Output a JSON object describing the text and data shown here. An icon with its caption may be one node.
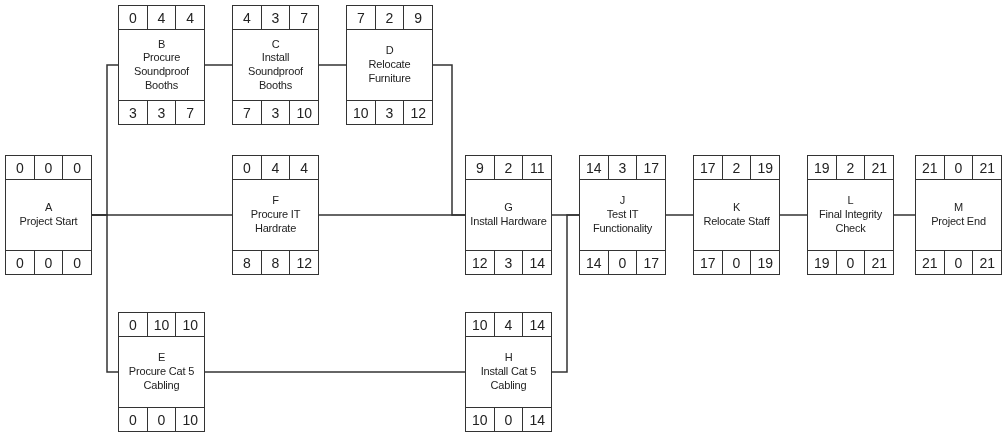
{
  "diagram": {
    "nodes": [
      {
        "text": [
          "0",
          "0",
          "0",
          "A",
          "Project Start",
          "0",
          "0",
          "0"
        ]
      },
      {
        "text": [
          "0",
          "4",
          "4",
          "B",
          "Procure Soundproof Booths",
          "3",
          "3",
          "7"
        ]
      },
      {
        "text": [
          "4",
          "3",
          "7",
          "C",
          "Install Soundproof Booths",
          "7",
          "3",
          "10"
        ]
      },
      {
        "text": [
          "7",
          "2",
          "9",
          "D",
          "Relocate Furniture",
          "10",
          "3",
          "12"
        ]
      },
      {
        "text": [
          "0",
          "10",
          "10",
          "E",
          "Procure Cat 5 Cabling",
          "0",
          "0",
          "10"
        ]
      },
      {
        "text": [
          "0",
          "4",
          "4",
          "F",
          "Procure IT Hardrate",
          "8",
          "8",
          "12"
        ]
      },
      {
        "text": [
          "9",
          "2",
          "11",
          "G",
          "Install Hardware",
          "12",
          "3",
          "14"
        ]
      },
      {
        "text": [
          "10",
          "4",
          "14",
          "H",
          "Install Cat 5 Cabling",
          "10",
          "0",
          "14"
        ]
      },
      {
        "text": [
          "14",
          "3",
          "17",
          "J",
          "Test IT Functionality",
          "14",
          "0",
          "17"
        ]
      },
      {
        "text": [
          "17",
          "2",
          "19",
          "K",
          "Relocate Staff",
          "17",
          "0",
          "19"
        ]
      },
      {
        "text": [
          "19",
          "2",
          "21",
          "L",
          "Final Integrity Check",
          "19",
          "0",
          "21"
        ]
      },
      {
        "text": [
          "21",
          "0",
          "21",
          "M",
          "Project End",
          "21",
          "0",
          "21"
        ]
      }
    ],
    "edges": [
      {
        "from": 0,
        "to": 1,
        "arrow": "none"
      },
      {
        "from": 0,
        "to": 5,
        "arrow": "none"
      },
      {
        "from": 0,
        "to": 4,
        "arrow": "none"
      },
      {
        "from": 1,
        "to": 2,
        "arrow": "none"
      },
      {
        "from": 2,
        "to": 3,
        "arrow": "none"
      },
      {
        "from": 3,
        "to": 6,
        "arrow": "none"
      },
      {
        "from": 5,
        "to": 6,
        "arrow": "none"
      },
      {
        "from": 4,
        "to": 7,
        "arrow": "none"
      },
      {
        "from": 6,
        "to": 8,
        "arrow": "none"
      },
      {
        "from": 7,
        "to": 8,
        "arrow": "none"
      },
      {
        "from": 8,
        "to": 9,
        "arrow": "none"
      },
      {
        "from": 9,
        "to": 10,
        "arrow": "none"
      },
      {
        "from": 10,
        "to": 11,
        "arrow": "none"
      }
    ]
  }
}
